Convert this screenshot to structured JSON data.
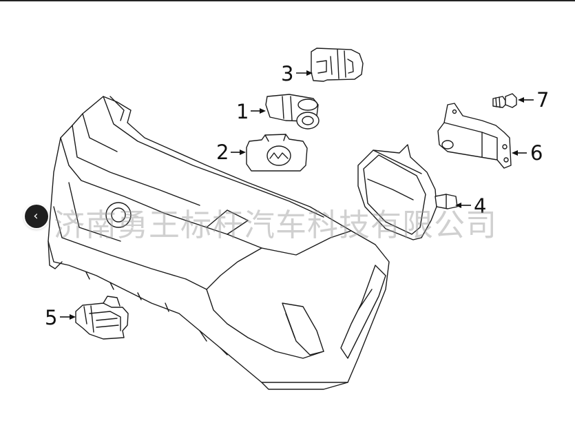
{
  "diagram": {
    "callouts": [
      "1",
      "2",
      "3",
      "4",
      "5",
      "6",
      "7"
    ],
    "watermark": "济南勇王标杆汽车科技有限公司"
  },
  "nav": {
    "back_icon": "chevron-left-icon",
    "back_glyph": "‹"
  },
  "colors": {
    "line": "#1a1a1a",
    "watermark": "#969696",
    "button": "#1f1f1f"
  }
}
